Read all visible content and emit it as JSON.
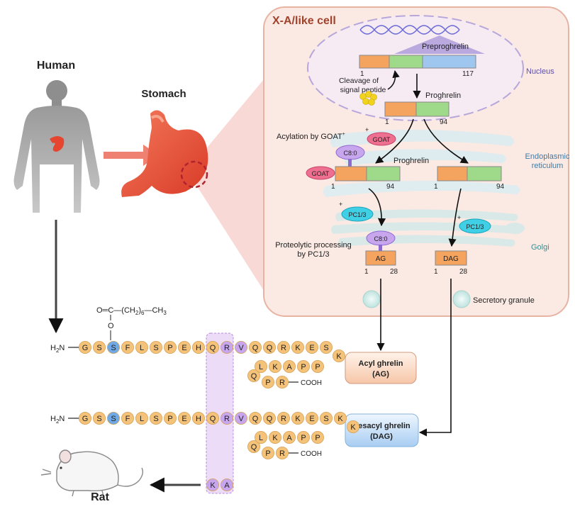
{
  "labels": {
    "human": "Human",
    "stomach": "Stomach",
    "rat": "Rat",
    "cell_title": "X-A/like cell",
    "nucleus": "Nucleus",
    "er": [
      "Endoplasmic",
      "reticulum"
    ],
    "golgi": "Golgi",
    "secretory_granule": "Secretory granule",
    "preproghrelin": "Preproghrelin",
    "proghrelin_top": "Proghrelin",
    "proghrelin_mid": "Proghrelin",
    "cleavage": [
      "Cleavage of",
      "signal peptide"
    ],
    "acylation": "Acylation by GOAT",
    "acylation_sup": "+",
    "proteolytic": [
      "Proteolytic processing",
      "by PC1/3"
    ],
    "goat": "GOAT",
    "pc13": "PC1/3",
    "plus": "+",
    "c80": "C8:0",
    "ag_box": "AG",
    "dag_box": "DAG",
    "n1": "1",
    "n117": "117",
    "n94": "94",
    "n28": "28"
  },
  "octanoyl": {
    "o_eq_c": "O═C",
    "chain_a": "—(CH",
    "sub2": "2",
    "chain_b": ")",
    "sub6": "6",
    "chain_c": "—CH",
    "sub3": "3",
    "o": "O"
  },
  "human_seq": {
    "nterm_a": "H",
    "nterm_sub": "2",
    "nterm_b": "N",
    "row1": [
      "G",
      "S",
      "S",
      "F",
      "L",
      "S",
      "P",
      "E",
      "H",
      "Q",
      "R",
      "V",
      "Q",
      "Q",
      "R",
      "K",
      "E",
      "S"
    ],
    "k_turn": "K",
    "row2": [
      "L",
      "K",
      "A",
      "P",
      "P"
    ],
    "q_turn": "Q",
    "row3": [
      "P",
      "R"
    ],
    "cooh": "COOH"
  },
  "rat_seq": {
    "nterm_a": "H",
    "nterm_sub": "2",
    "nterm_b": "N",
    "row1": [
      "G",
      "S",
      "S",
      "F",
      "L",
      "S",
      "P",
      "E",
      "H",
      "Q",
      "R",
      "V",
      "Q",
      "Q",
      "R",
      "K",
      "E",
      "S",
      "K"
    ],
    "k_turn": "K",
    "row2": [
      "L",
      "K",
      "A",
      "P",
      "P"
    ],
    "q_turn": "Q",
    "row3": [
      "P",
      "R"
    ],
    "cooh": "COOH",
    "rat_subst": [
      "K",
      "A"
    ]
  },
  "results": {
    "acyl": [
      "Acyl ghrelin",
      "(AG)"
    ],
    "desacyl": [
      "Desacyl ghrelin",
      "(DAG)"
    ]
  },
  "colors": {
    "orange_seg": "#f4a45f",
    "green_seg": "#9fd98a",
    "blue_seg": "#9ec6ef",
    "residue": "#f5c27a",
    "serine": "#6fa9e6",
    "purple": "#c7a6ee",
    "goat": "#ee6f8f",
    "pc": "#3fd0e6",
    "cell_fill": "#fbe9e3",
    "cell_border": "#e7b4a4",
    "title": "#a0432d"
  }
}
